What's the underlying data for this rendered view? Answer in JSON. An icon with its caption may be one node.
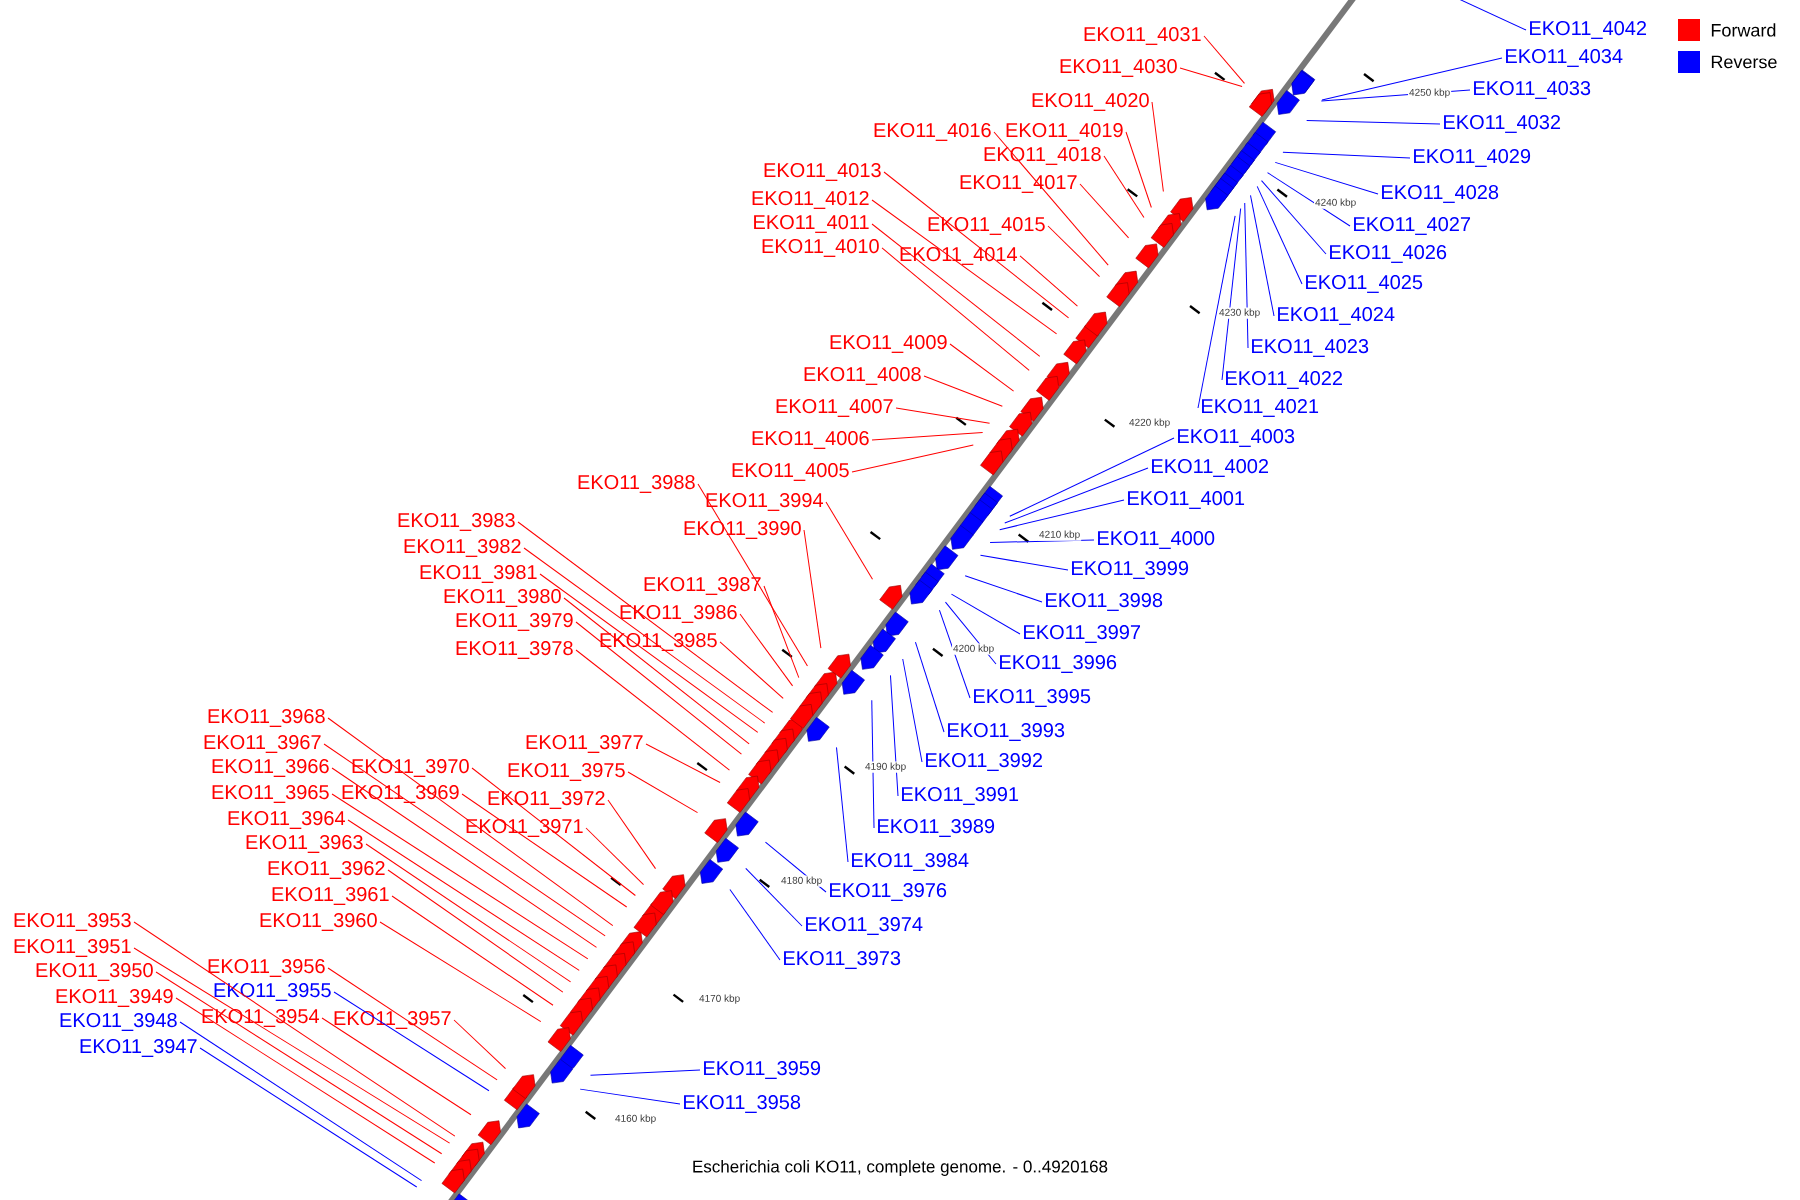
{
  "diagram": {
    "caption": "Escherichia coli KO11, complete genome. - 0..4920168",
    "nodes": [
      {
        "text": [
          "EKO11_4042"
        ]
      },
      {
        "text": [
          "EKO11_4031"
        ]
      },
      {
        "text": [
          "EKO11_4034"
        ]
      },
      {
        "text": [
          "EKO11_4030"
        ]
      },
      {
        "text": [
          "EKO11_4033"
        ]
      },
      {
        "text": [
          "EKO11_4020"
        ]
      },
      {
        "text": [
          "EKO11_4032"
        ]
      },
      {
        "text": [
          "EKO11_4016"
        ]
      },
      {
        "text": [
          "EKO11_4019"
        ]
      },
      {
        "text": [
          "EKO11_4018"
        ]
      },
      {
        "text": [
          "EKO11_4029"
        ]
      },
      {
        "text": [
          "EKO11_4013"
        ]
      },
      {
        "text": [
          "EKO11_4017"
        ]
      },
      {
        "text": [
          "EKO11_4028"
        ]
      },
      {
        "text": [
          "EKO11_4012"
        ]
      },
      {
        "text": [
          "EKO11_4011"
        ]
      },
      {
        "text": [
          "EKO11_4027"
        ]
      },
      {
        "text": [
          "EKO11_4015"
        ]
      },
      {
        "text": [
          "EKO11_4010"
        ]
      },
      {
        "text": [
          "EKO11_4026"
        ]
      },
      {
        "text": [
          "EKO11_4014"
        ]
      },
      {
        "text": [
          "EKO11_4025"
        ]
      },
      {
        "text": [
          "EKO11_4024"
        ]
      },
      {
        "text": [
          "EKO11_4009"
        ]
      },
      {
        "text": [
          "EKO11_4023"
        ]
      },
      {
        "text": [
          "EKO11_4008"
        ]
      },
      {
        "text": [
          "EKO11_4022"
        ]
      },
      {
        "text": [
          "EKO11_4007"
        ]
      },
      {
        "text": [
          "EKO11_4021"
        ]
      },
      {
        "text": [
          "EKO11_4003"
        ]
      },
      {
        "text": [
          "EKO11_4006"
        ]
      },
      {
        "text": [
          "EKO11_4002"
        ]
      },
      {
        "text": [
          "EKO11_4005"
        ]
      },
      {
        "text": [
          "EKO11_3988"
        ]
      },
      {
        "text": [
          "EKO11_4001"
        ]
      },
      {
        "text": [
          "EKO11_3994"
        ]
      },
      {
        "text": [
          "EKO11_3983"
        ]
      },
      {
        "text": [
          "EKO11_3990"
        ]
      },
      {
        "text": [
          "EKO11_4000"
        ]
      },
      {
        "text": [
          "EKO11_3982"
        ]
      },
      {
        "text": [
          "EKO11_3999"
        ]
      },
      {
        "text": [
          "EKO11_3981"
        ]
      },
      {
        "text": [
          "EKO11_3987"
        ]
      },
      {
        "text": [
          "EKO11_3980"
        ]
      },
      {
        "text": [
          "EKO11_3998"
        ]
      },
      {
        "text": [
          "EKO11_3986"
        ]
      },
      {
        "text": [
          "EKO11_3979"
        ]
      },
      {
        "text": [
          "EKO11_3997"
        ]
      },
      {
        "text": [
          "EKO11_3985"
        ]
      },
      {
        "text": [
          "EKO11_3978"
        ]
      },
      {
        "text": [
          "EKO11_3996"
        ]
      },
      {
        "text": [
          "EKO11_3995"
        ]
      },
      {
        "text": [
          "EKO11_3968"
        ]
      },
      {
        "text": [
          "EKO11_3993"
        ]
      },
      {
        "text": [
          "EKO11_3977"
        ]
      },
      {
        "text": [
          "EKO11_3967"
        ]
      },
      {
        "text": [
          "EKO11_3992"
        ]
      },
      {
        "text": [
          "EKO11_3966"
        ]
      },
      {
        "text": [
          "EKO11_3970"
        ]
      },
      {
        "text": [
          "EKO11_3975"
        ]
      },
      {
        "text": [
          "EKO11_3965"
        ]
      },
      {
        "text": [
          "EKO11_3969"
        ]
      },
      {
        "text": [
          "EKO11_3991"
        ]
      },
      {
        "text": [
          "EKO11_3972"
        ]
      },
      {
        "text": [
          "EKO11_3964"
        ]
      },
      {
        "text": [
          "EKO11_3971"
        ]
      },
      {
        "text": [
          "EKO11_3989"
        ]
      },
      {
        "text": [
          "EKO11_3963"
        ]
      },
      {
        "text": [
          "EKO11_3984"
        ]
      },
      {
        "text": [
          "EKO11_3962"
        ]
      },
      {
        "text": [
          "EKO11_3976"
        ]
      },
      {
        "text": [
          "EKO11_3961"
        ]
      },
      {
        "text": [
          "EKO11_3960"
        ]
      },
      {
        "text": [
          "EKO11_3953"
        ]
      },
      {
        "text": [
          "EKO11_3974"
        ]
      },
      {
        "text": [
          "EKO11_3951"
        ]
      },
      {
        "text": [
          "EKO11_3973"
        ]
      },
      {
        "text": [
          "EKO11_3956"
        ]
      },
      {
        "text": [
          "EKO11_3950"
        ]
      },
      {
        "text": [
          "EKO11_3955"
        ]
      },
      {
        "text": [
          "EKO11_3949"
        ]
      },
      {
        "text": [
          "EKO11_3954"
        ]
      },
      {
        "text": [
          "EKO11_3957"
        ]
      },
      {
        "text": [
          "EKO11_3948"
        ]
      },
      {
        "text": [
          "EKO11_3947"
        ]
      },
      {
        "text": [
          "EKO11_3959"
        ]
      },
      {
        "text": [
          "EKO11_3958"
        ]
      }
    ],
    "edges": [
      {
        "from": 0,
        "to": null,
        "arrow": "none",
        "color": "#0000ff"
      },
      {
        "from": 1,
        "to": null,
        "arrow": "none"
      },
      {
        "from": 2,
        "to": null,
        "arrow": "none",
        "color": "#0000ff"
      },
      {
        "from": 3,
        "to": null,
        "arrow": "none"
      },
      {
        "from": 4,
        "to": null,
        "arrow": "none",
        "color": "#0000ff"
      },
      {
        "from": 5,
        "to": null,
        "arrow": "none"
      },
      {
        "from": 6,
        "to": null,
        "arrow": "none",
        "color": "#0000ff"
      },
      {
        "from": 7,
        "to": null,
        "arrow": "none"
      },
      {
        "from": 8,
        "to": null,
        "arrow": "none"
      },
      {
        "from": 9,
        "to": null,
        "arrow": "none"
      },
      {
        "from": 10,
        "to": null,
        "arrow": "none",
        "color": "#0000ff"
      },
      {
        "from": 11,
        "to": null,
        "arrow": "none"
      },
      {
        "from": 12,
        "to": null,
        "arrow": "none"
      },
      {
        "from": 13,
        "to": null,
        "arrow": "none",
        "color": "#0000ff"
      },
      {
        "from": 14,
        "to": null,
        "arrow": "none"
      },
      {
        "from": 15,
        "to": null,
        "arrow": "none"
      },
      {
        "from": 16,
        "to": null,
        "arrow": "none",
        "color": "#0000ff"
      },
      {
        "from": 17,
        "to": null,
        "arrow": "none"
      },
      {
        "from": 18,
        "to": null,
        "arrow": "none"
      },
      {
        "from": 19,
        "to": null,
        "arrow": "none",
        "color": "#0000ff"
      },
      {
        "from": 20,
        "to": null,
        "arrow": "none"
      },
      {
        "from": 21,
        "to": null,
        "arrow": "none",
        "color": "#0000ff"
      },
      {
        "from": 22,
        "to": null,
        "arrow": "none",
        "color": "#0000ff"
      },
      {
        "from": 23,
        "to": null,
        "arrow": "none"
      },
      {
        "from": 24,
        "to": null,
        "arrow": "none",
        "color": "#0000ff"
      },
      {
        "from": 25,
        "to": null,
        "arrow": "none"
      },
      {
        "from": 26,
        "to": null,
        "arrow": "none",
        "color": "#0000ff"
      },
      {
        "from": 27,
        "to": null,
        "arrow": "none"
      },
      {
        "from": 28,
        "to": null,
        "arrow": "none",
        "color": "#0000ff"
      },
      {
        "from": 29,
        "to": null,
        "arrow": "none",
        "color": "#0000ff"
      },
      {
        "from": 30,
        "to": null,
        "arrow": "none"
      },
      {
        "from": 31,
        "to": null,
        "arrow": "none",
        "color": "#0000ff"
      },
      {
        "from": 32,
        "to": null,
        "arrow": "none"
      },
      {
        "from": 33,
        "to": null,
        "arrow": "none"
      },
      {
        "from": 34,
        "to": null,
        "arrow": "none",
        "color": "#0000ff"
      },
      {
        "from": 35,
        "to": null,
        "arrow": "none"
      },
      {
        "from": 36,
        "to": null,
        "arrow": "none"
      },
      {
        "from": 37,
        "to": null,
        "arrow": "none"
      },
      {
        "from": 38,
        "to": null,
        "arrow": "none",
        "color": "#0000ff"
      },
      {
        "from": 39,
        "to": null,
        "arrow": "none"
      },
      {
        "from": 40,
        "to": null,
        "arrow": "none",
        "color": "#0000ff"
      },
      {
        "from": 41,
        "to": null,
        "arrow": "none"
      },
      {
        "from": 42,
        "to": null,
        "arrow": "none"
      },
      {
        "from": 43,
        "to": null,
        "arrow": "none"
      },
      {
        "from": 44,
        "to": null,
        "arrow": "none",
        "color": "#0000ff"
      },
      {
        "from": 45,
        "to": null,
        "arrow": "none"
      },
      {
        "from": 46,
        "to": null,
        "arrow": "none"
      },
      {
        "from": 47,
        "to": null,
        "arrow": "none",
        "color": "#0000ff"
      },
      {
        "from": 48,
        "to": null,
        "arrow": "none"
      },
      {
        "from": 49,
        "to": null,
        "arrow": "none"
      },
      {
        "from": 50,
        "to": null,
        "arrow": "none",
        "color": "#0000ff"
      },
      {
        "from": 51,
        "to": null,
        "arrow": "none",
        "color": "#0000ff"
      },
      {
        "from": 52,
        "to": null,
        "arrow": "none"
      },
      {
        "from": 53,
        "to": null,
        "arrow": "none",
        "color": "#0000ff"
      },
      {
        "from": 54,
        "to": null,
        "arrow": "none"
      },
      {
        "from": 55,
        "to": null,
        "arrow": "none"
      },
      {
        "from": 56,
        "to": null,
        "arrow": "none",
        "color": "#0000ff"
      },
      {
        "from": 57,
        "to": null,
        "arrow": "none"
      },
      {
        "from": 58,
        "to": null,
        "arrow": "none"
      },
      {
        "from": 59,
        "to": null,
        "arrow": "none"
      },
      {
        "from": 60,
        "to": null,
        "arrow": "none"
      },
      {
        "from": 61,
        "to": null,
        "arrow": "none"
      },
      {
        "from": 62,
        "to": null,
        "arrow": "none",
        "color": "#0000ff"
      },
      {
        "from": 63,
        "to": null,
        "arrow": "none"
      },
      {
        "from": 64,
        "to": null,
        "arrow": "none"
      },
      {
        "from": 65,
        "to": null,
        "arrow": "none"
      },
      {
        "from": 66,
        "to": null,
        "arrow": "none",
        "color": "#0000ff"
      },
      {
        "from": 67,
        "to": null,
        "arrow": "none"
      },
      {
        "from": 68,
        "to": null,
        "arrow": "none",
        "color": "#0000ff"
      },
      {
        "from": 69,
        "to": null,
        "arrow": "none"
      },
      {
        "from": 70,
        "to": null,
        "arrow": "none",
        "color": "#0000ff"
      },
      {
        "from": 71,
        "to": null,
        "arrow": "none"
      },
      {
        "from": 72,
        "to": null,
        "arrow": "none"
      },
      {
        "from": 73,
        "to": null,
        "arrow": "none"
      },
      {
        "from": 74,
        "to": null,
        "arrow": "none",
        "color": "#0000ff"
      },
      {
        "from": 75,
        "to": null,
        "arrow": "none"
      },
      {
        "from": 76,
        "to": null,
        "arrow": "none",
        "color": "#0000ff"
      },
      {
        "from": 77,
        "to": null,
        "arrow": "none"
      },
      {
        "from": 78,
        "to": null,
        "arrow": "none"
      },
      {
        "from": 79,
        "to": null,
        "arrow": "none",
        "color": "#0000ff"
      },
      {
        "from": 80,
        "to": null,
        "arrow": "none"
      },
      {
        "from": 81,
        "to": null,
        "arrow": "none"
      },
      {
        "from": 82,
        "to": null,
        "arrow": "none"
      },
      {
        "from": 83,
        "to": null,
        "arrow": "none",
        "color": "#0000ff"
      },
      {
        "from": 84,
        "to": null,
        "arrow": "none",
        "color": "#0000ff"
      },
      {
        "from": 85,
        "to": null,
        "arrow": "none",
        "color": "#0000ff"
      },
      {
        "from": 86,
        "to": null,
        "arrow": "none",
        "color": "#0000ff"
      }
    ],
    "labels": [
      "4160 kbp",
      "4170 kbp",
      "4180 kbp",
      "4190 kbp",
      "4200 kbp",
      "4210 kbp",
      "4220 kbp",
      "4230 kbp",
      "4240 kbp",
      "4250 kbp"
    ],
    "legend": [
      {
        "text": "Forward",
        "color": "#ff0000"
      },
      {
        "text": "Reverse",
        "color": "#0000ff"
      }
    ]
  }
}
